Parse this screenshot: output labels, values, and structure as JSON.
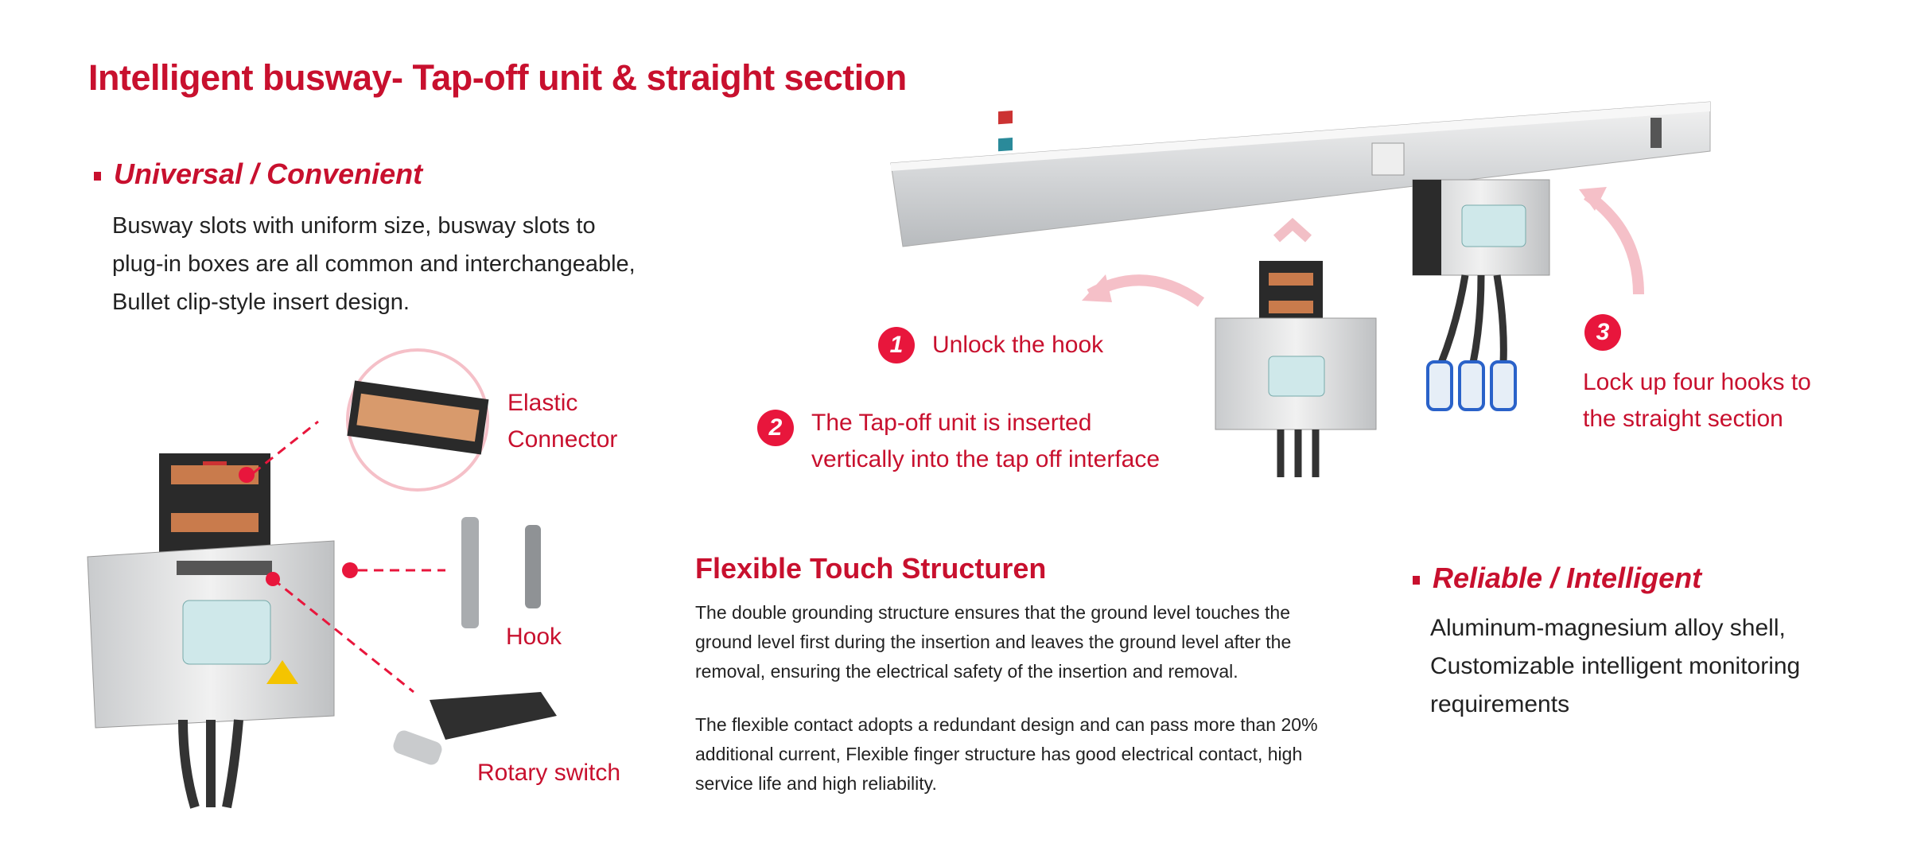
{
  "title": "Intelligent busway- Tap-off unit & straight section",
  "universal": {
    "heading": "Universal / Convenient",
    "lines": [
      "Busway slots with uniform size, busway slots to",
      "plug-in boxes are all common and interchangeable,",
      "Bullet clip-style insert design."
    ]
  },
  "callouts": {
    "elastic": [
      "Elastic",
      "Connector"
    ],
    "hook": "Hook",
    "rotary": "Rotary switch"
  },
  "steps": [
    {
      "num": "1",
      "lines": [
        "Unlock the hook"
      ]
    },
    {
      "num": "2",
      "lines": [
        "The Tap-off unit is inserted",
        "vertically into the tap off interface"
      ]
    },
    {
      "num": "3",
      "lines": [
        "Lock up four hooks to",
        "the straight section"
      ]
    }
  ],
  "flexible": {
    "heading": "Flexible Touch Structuren",
    "para1": [
      "The double grounding structure ensures that the ground level touches the",
      "ground level first during the insertion and leaves the ground level after the",
      "removal, ensuring the electrical safety of the insertion and removal."
    ],
    "para2": [
      "The flexible contact adopts a redundant design and can pass more than 20%",
      "additional current, Flexible finger structure has good electrical contact, high",
      "service life and high reliability."
    ]
  },
  "reliable": {
    "heading": "Reliable / Intelligent",
    "lines": [
      "Aluminum-magnesium alloy shell,",
      "Customizable intelligent monitoring",
      "requirements"
    ]
  },
  "colors": {
    "accent": "#c8102e",
    "badge": "#e8163c"
  }
}
